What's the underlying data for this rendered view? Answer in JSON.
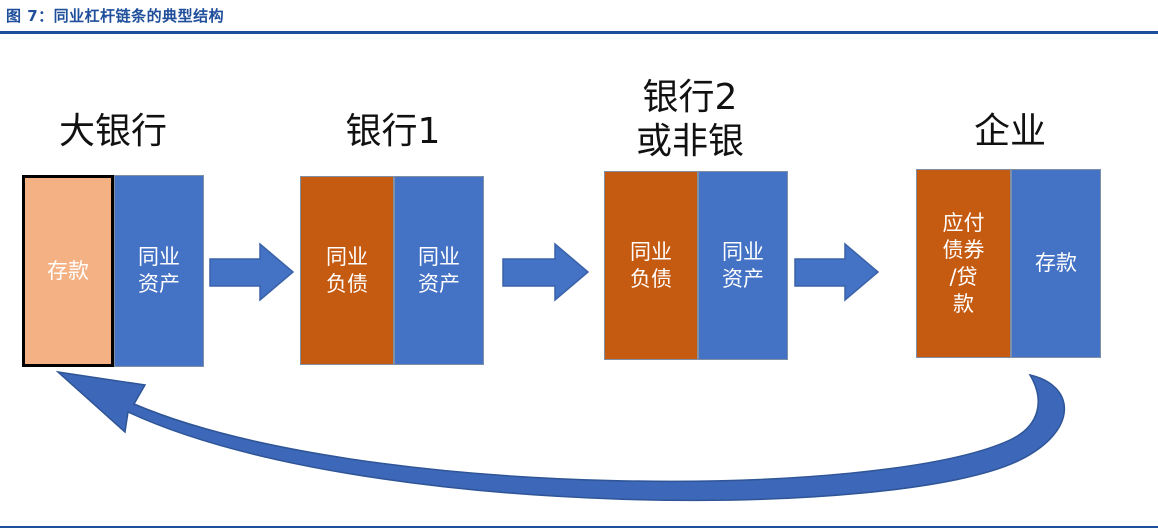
{
  "figure": {
    "caption": "图 7：同业杠杆链条的典型结构"
  },
  "entities": {
    "big_bank": {
      "title": "大银行",
      "left_box": "存款",
      "right_box_lines": [
        "同业",
        "资产"
      ]
    },
    "bank1": {
      "title": "银行1",
      "left_box_lines": [
        "同业",
        "负债"
      ],
      "right_box_lines": [
        "同业",
        "资产"
      ]
    },
    "bank2": {
      "title_lines": [
        "银行2",
        "或非银"
      ],
      "left_box_lines": [
        "同业",
        "负债"
      ],
      "right_box_lines": [
        "同业",
        "资产"
      ]
    },
    "enterprise": {
      "title": "企业",
      "left_box_lines": [
        "应付",
        "债券",
        "/贷",
        "款"
      ],
      "right_box": "存款"
    }
  },
  "colors": {
    "asset_blue": "#4472c4",
    "liability_orange": "#c55a11",
    "deposit_peach": "#f4b183",
    "rule_blue": "#1f4e9b"
  }
}
